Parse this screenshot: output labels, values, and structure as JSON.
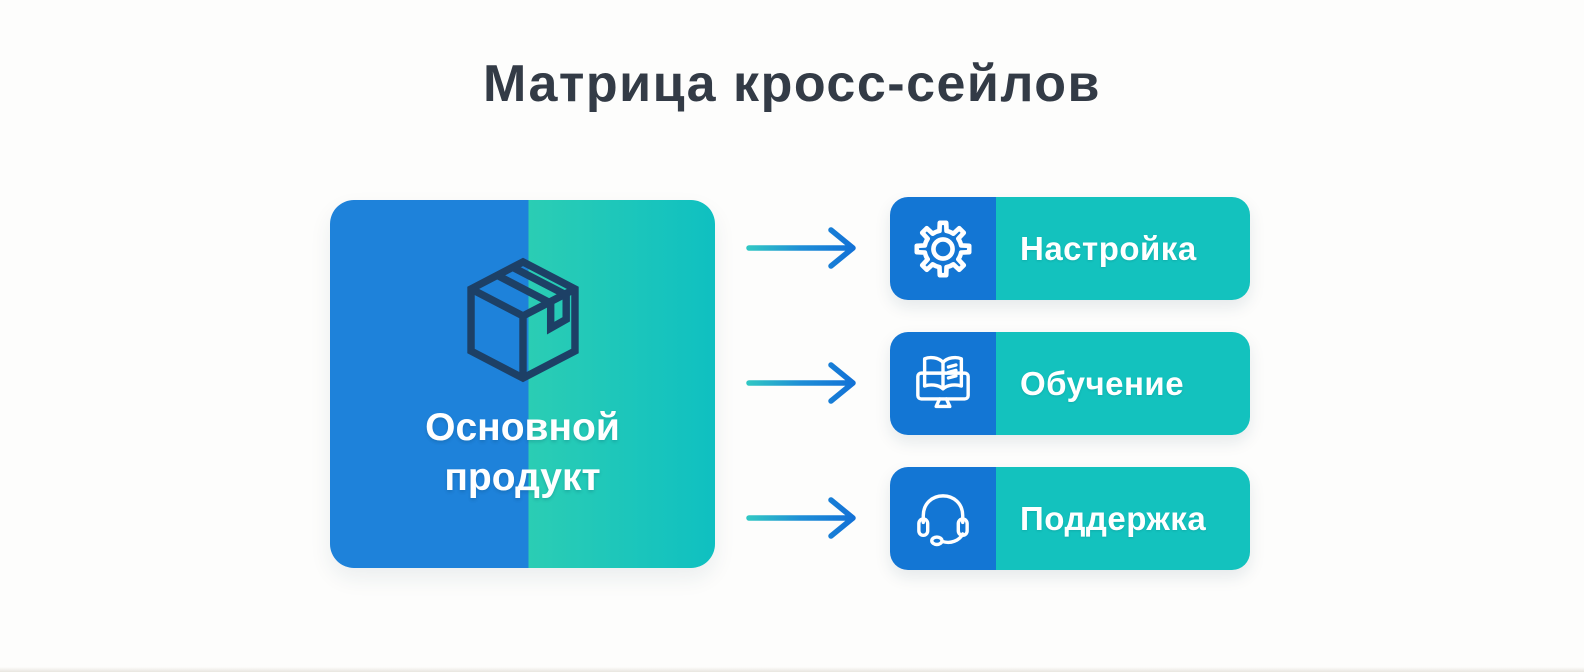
{
  "page": {
    "background": "#fdfdfc"
  },
  "title": "Матрица кросс-сейлов",
  "main_product": {
    "line1": "Основной",
    "line2": "продукт",
    "icon": "package-icon",
    "color_left": "#1e82da",
    "color_right": "#14c3bd",
    "icon_color": "#1d4066"
  },
  "arrows": {
    "count": 3,
    "direction": "right",
    "gradient_start": "#30c6c4",
    "gradient_end": "#1372d6"
  },
  "cross_sells": [
    {
      "label": "Настройка",
      "icon": "gear-icon"
    },
    {
      "label": "Обучение",
      "icon": "elearning-book-icon"
    },
    {
      "label": "Поддержка",
      "icon": "headset-icon"
    }
  ],
  "colors": {
    "title_text": "#333b46",
    "card_icon_bg": "#1376d4",
    "card_label_bg": "#13c2be",
    "label_text": "#ffffff"
  }
}
